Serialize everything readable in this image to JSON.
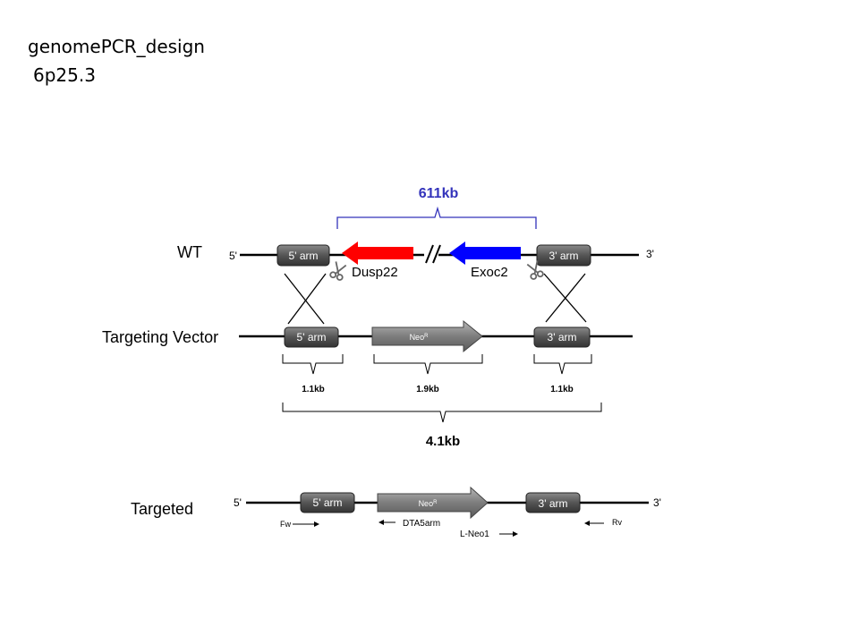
{
  "title": "genomePCR_design",
  "subtitle": "6p25.3",
  "colors": {
    "deletion_span": "#3333bb",
    "dusp22": "#ff0000",
    "exoc2": "#0000ff",
    "arm_box": "#555555",
    "neo": "#888888"
  },
  "deletion_size": "611kb",
  "rows": {
    "wt": {
      "label": "WT",
      "five_prime": "5'",
      "three_prime": "3'",
      "arm5": "5' arm",
      "arm3": "3' arm",
      "gene1": "Dusp22",
      "gene2": "Exoc2"
    },
    "vector": {
      "label": "Targeting Vector",
      "arm5": "5' arm",
      "neo_base": "Neo",
      "neo_sup": "R",
      "arm3": "3' arm",
      "size_arm5": "1.1kb",
      "size_neo": "1.9kb",
      "size_arm3": "1.1kb",
      "total": "4.1kb"
    },
    "targeted": {
      "label": "Targeted",
      "five_prime": "5'",
      "three_prime": "3'",
      "arm5": "5' arm",
      "neo_base": "Neo",
      "neo_sup": "R",
      "arm3": "3' arm",
      "primers": {
        "fw": "Fw",
        "dta": "DTA5arm",
        "lneo": "L-Neo1",
        "rv": "Rv"
      }
    }
  }
}
